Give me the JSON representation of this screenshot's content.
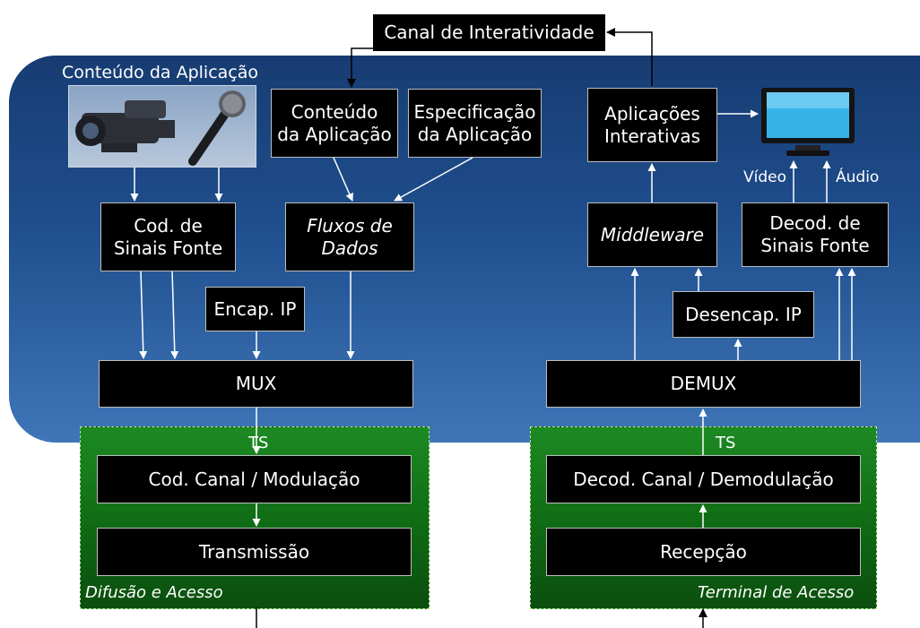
{
  "colors": {
    "panel": "#1f4f8e",
    "green": "#1d8a23",
    "box": "#000000",
    "arrow": "#ffffff"
  },
  "labels": {
    "canal": "Canal de Interatividade",
    "conteudo_aplicacao": "Conteúdo da Aplicação",
    "ts_left": "TS",
    "ts_right": "TS",
    "difusao": "Difusão e Acesso",
    "terminal": "Terminal de Acesso",
    "video": "Vídeo",
    "audio": "Áudio"
  },
  "boxes": {
    "conteudo": "Conteúdo\nda Aplicação",
    "especificacao": "Especificação\nda Aplicação",
    "cod_sinais": "Cod. de\nSinais Fonte",
    "fluxos": "Fluxos de\nDados",
    "encap": "Encap. IP",
    "mux": "MUX",
    "cod_canal": "Cod. Canal / Modulação",
    "transmissao": "Transmissão",
    "aplicacoes": "Aplicações\nInterativas",
    "middleware": "Middleware",
    "decod_sinais": "Decod. de\nSinais Fonte",
    "desencap": "Desencap. IP",
    "demux": "DEMUX",
    "decod_canal": "Decod. Canal / Demodulação",
    "recepcao": "Recepção"
  },
  "icons": {
    "camera": "video-camera-icon",
    "microphone": "microphone-icon",
    "tv": "television-icon"
  }
}
